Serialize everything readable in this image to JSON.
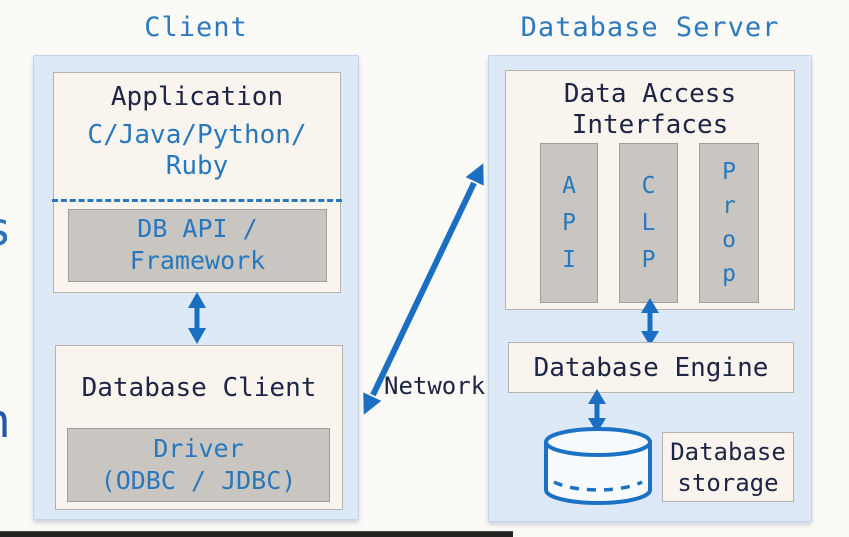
{
  "edge_fragments": {
    "upper": "s",
    "lower": "n"
  },
  "diagram": {
    "client": {
      "title": "Client",
      "application": {
        "title": "Application",
        "languages_line1": "C/Java/Python/",
        "languages_line2": "Ruby",
        "api_box": {
          "line1": "DB API /",
          "line2": "Framework"
        }
      },
      "database_client": {
        "title": "Database Client",
        "driver_box": {
          "line1": "Driver",
          "line2": "(ODBC / JDBC)"
        }
      }
    },
    "network": {
      "label": "Network"
    },
    "server": {
      "title": "Database Server",
      "data_access": {
        "title_line1": "Data Access",
        "title_line2": "Interfaces",
        "pillars": [
          {
            "label": "API"
          },
          {
            "label": "CLP"
          },
          {
            "label": "Prop"
          }
        ]
      },
      "engine": {
        "title": "Database Engine"
      },
      "storage": {
        "line1": "Database",
        "line2": "storage"
      }
    }
  },
  "colors": {
    "title_blue": "#2b79be",
    "body_blue": "#2878be",
    "body_navy": "#1e2544",
    "arrow_blue": "#1a6fc2",
    "container_fill": "#dde9f7",
    "panel_fill": "#faf4ee",
    "gray_fill": "#c9c5c0"
  }
}
